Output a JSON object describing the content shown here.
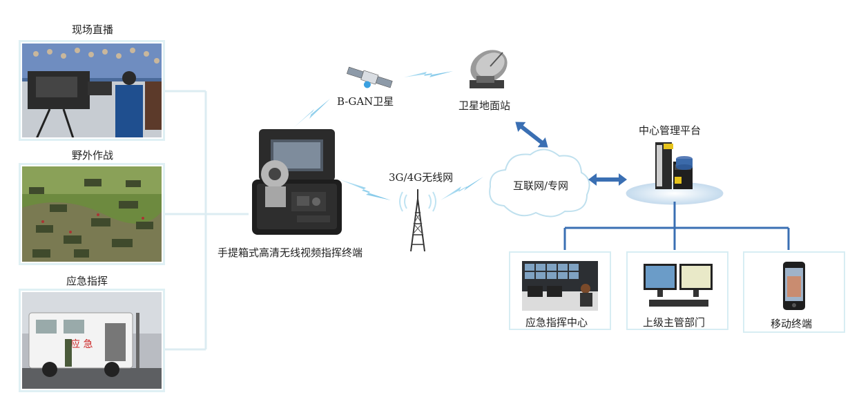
{
  "scenarios": [
    {
      "label": "现场直播"
    },
    {
      "label": "野外作战"
    },
    {
      "label": "应急指挥"
    }
  ],
  "terminal": {
    "label": "手提箱式高清无线视频指挥终端"
  },
  "satellite": {
    "label": "B-GAN卫星"
  },
  "ground_station": {
    "label": "卫星地面站"
  },
  "wireless": {
    "label": "3G/4G无线网"
  },
  "network_cloud": {
    "label": "互联网/专网"
  },
  "platform": {
    "label": "中心管理平台"
  },
  "endpoints": [
    {
      "label": "应急指挥中心"
    },
    {
      "label": "上级主管部门"
    },
    {
      "label": "移动终端"
    }
  ],
  "colors": {
    "wave": "#7fc8ea",
    "arrow": "#3a6fb3",
    "connector": "#dcecf2",
    "tree": "#3a6fb3"
  }
}
